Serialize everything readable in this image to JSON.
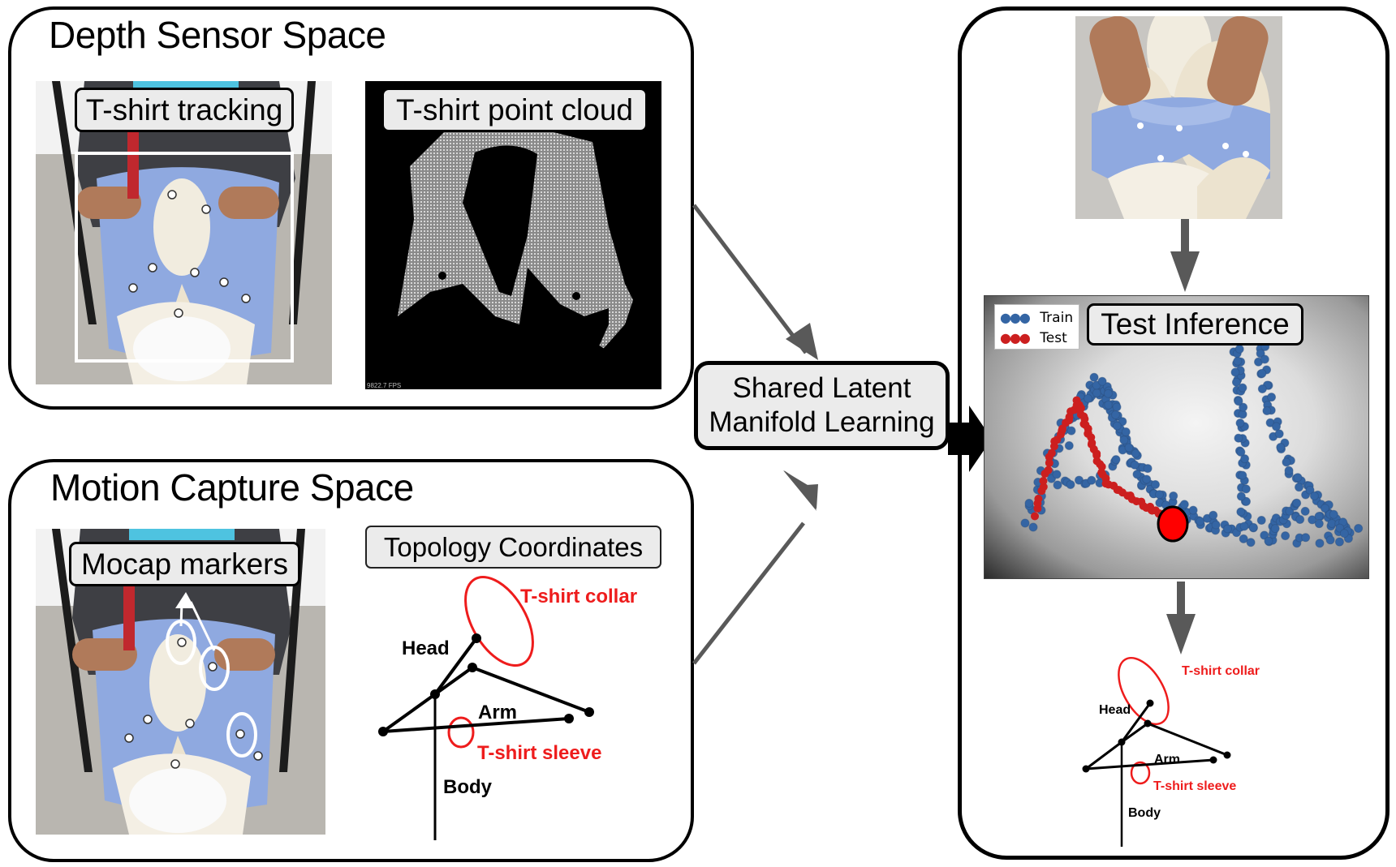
{
  "depth_panel": {
    "title": "Depth Sensor Space",
    "tracking_label": "T-shirt tracking",
    "point_cloud_label": "T-shirt point cloud",
    "fps_readout": "9822.7 FPS"
  },
  "mocap_panel": {
    "title": "Motion Capture Space",
    "markers_label": "Mocap markers",
    "topology_label": "Topology Coordinates"
  },
  "center": {
    "line1": "Shared Latent",
    "line2": "Manifold Learning"
  },
  "inference_panel": {
    "title": "Test Inference",
    "legend": [
      {
        "label": "Train",
        "color": "#3465a4"
      },
      {
        "label": "Test",
        "color": "#cc1f1f"
      }
    ]
  },
  "topology": {
    "collar": "T-shirt collar",
    "head": "Head",
    "arm": "Arm",
    "sleeve": "T-shirt sleeve",
    "body": "Body"
  },
  "colors": {
    "arrow": "#595959",
    "label_bg": "#ebebeb",
    "topology_red": "#ee1c1c",
    "shirt_blue": "#8fa9e0"
  }
}
